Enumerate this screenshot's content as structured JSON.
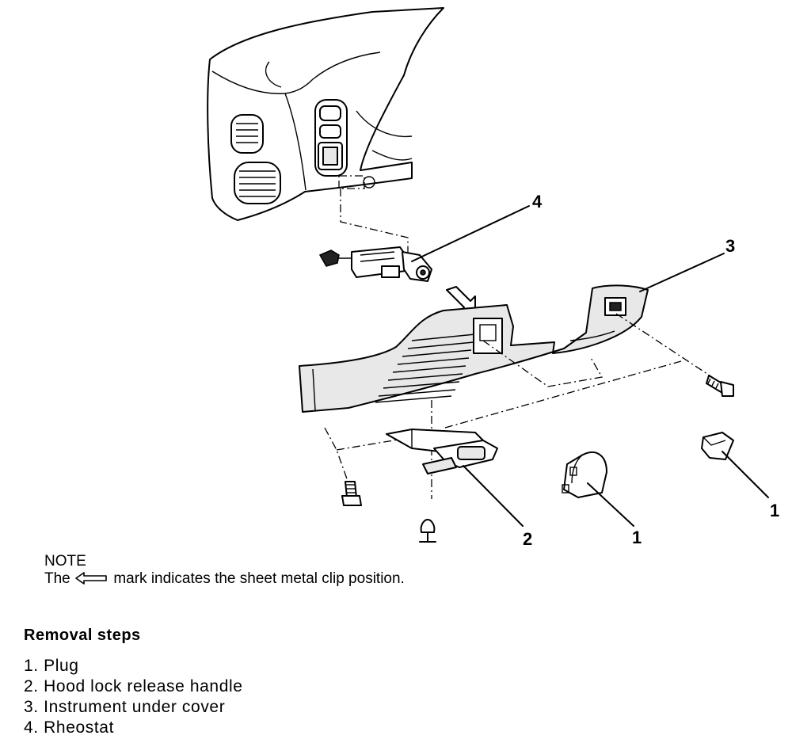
{
  "callouts": {
    "c4": "4",
    "c3": "3",
    "c2": "2",
    "c1a": "1",
    "c1b": "1"
  },
  "note": {
    "title": "NOTE",
    "text_before": "The",
    "text_after": "mark indicates the sheet metal clip position.",
    "arrow_icon": "hollow-left-arrow-icon"
  },
  "removal": {
    "title": "Removal steps",
    "steps": [
      "1. Plug",
      "2. Hood lock release handle",
      "3. Instrument under cover",
      "4. Rheostat"
    ]
  }
}
